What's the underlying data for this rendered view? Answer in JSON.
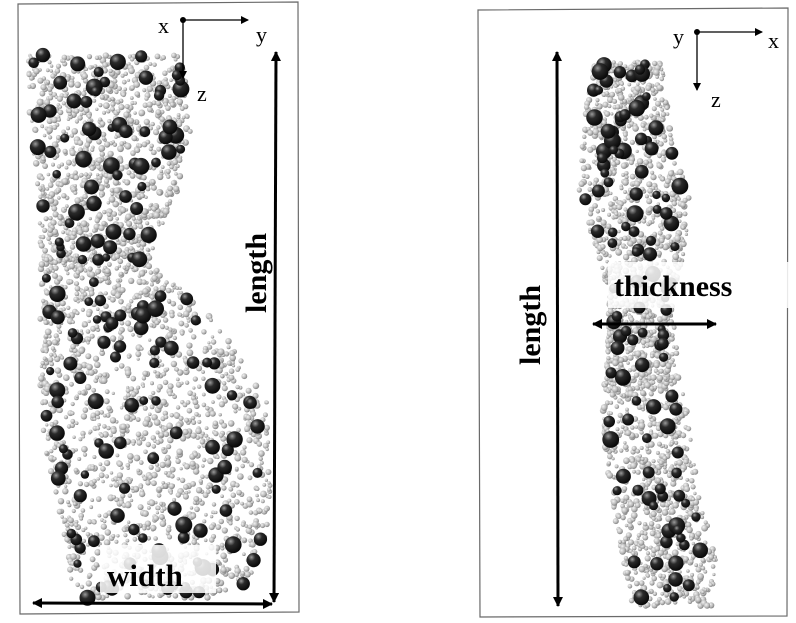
{
  "panels": [
    {
      "id": "front-view",
      "axes": {
        "horizontal": "y",
        "vertical": "z",
        "out_of_plane": "x"
      },
      "dimension_labels": {
        "vertical": "length",
        "horizontal": "width"
      }
    },
    {
      "id": "side-view",
      "axes": {
        "horizontal": "x",
        "vertical": "z",
        "out_of_plane": "y"
      },
      "dimension_labels": {
        "vertical": "length",
        "horizontal": "thickness"
      }
    }
  ],
  "colors": {
    "background": "#ffffff",
    "frame": "#6a6a6a",
    "small_particle": "#b9b9b9",
    "large_particle": "#141414",
    "arrow": "#000000"
  }
}
